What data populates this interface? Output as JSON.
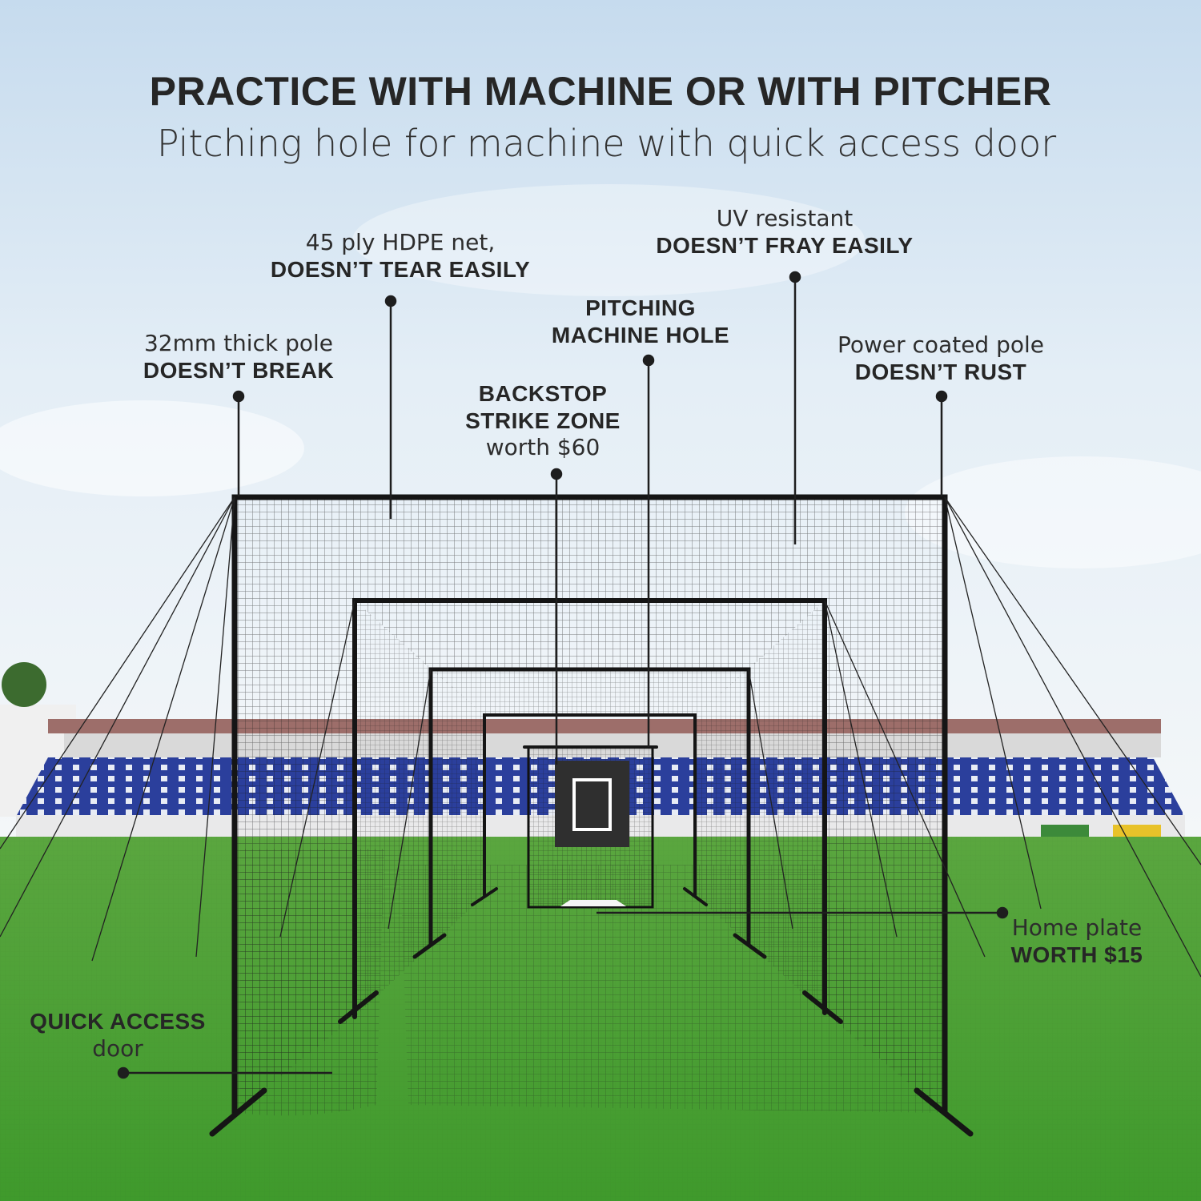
{
  "header": {
    "title": "PRACTICE WITH MACHINE OR WITH PITCHER",
    "subtitle": "Pitching hole for machine with quick access door"
  },
  "callouts": {
    "pole_thickness": {
      "line1": "32mm thick pole",
      "line2": "DOESN’T BREAK"
    },
    "net": {
      "line1": "45 ply HDPE net,",
      "line2": "DOESN’T TEAR EASILY"
    },
    "uv": {
      "line1": "UV resistant",
      "line2": "DOESN’T FRAY EASILY"
    },
    "machine_hole": {
      "line1": "PITCHING",
      "line2": "MACHINE HOLE"
    },
    "coating": {
      "line1": "Power coated pole",
      "line2": "DOESN’T RUST"
    },
    "backstop": {
      "line1": "BACKSTOP",
      "line2": "STRIKE ZONE",
      "line3": "worth $60"
    },
    "home_plate": {
      "line1": "Home plate",
      "line2": "WORTH $15"
    },
    "door": {
      "line1": "QUICK ACCESS",
      "line2": "door"
    }
  },
  "colors": {
    "sky_top": "#b9d4ea",
    "sky_bottom": "#eef4f8",
    "grass": "#4fa63a",
    "frame": "#151515",
    "stands": "#2a3f9a"
  }
}
